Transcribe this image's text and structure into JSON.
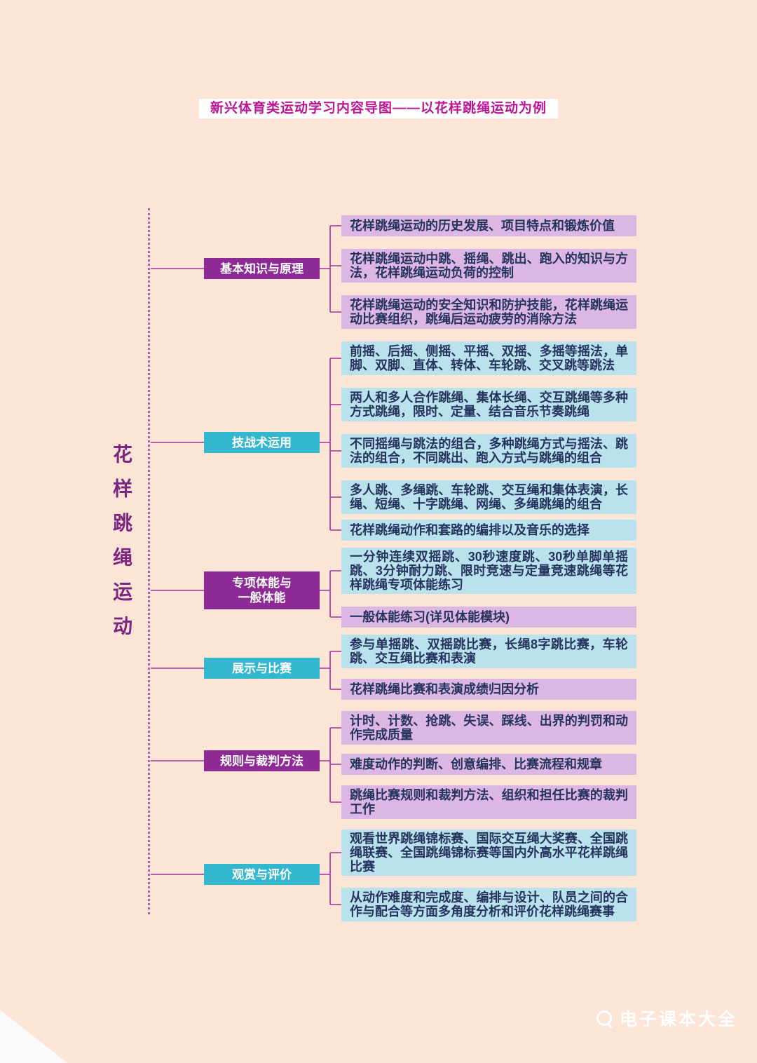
{
  "title": "新兴体育类运动学习内容导图——以花样跳绳运动为例",
  "root": {
    "label": "花样跳绳运动"
  },
  "colors": {
    "background": "#fce4d7",
    "title_text": "#bb1794",
    "branch_purple": "#8d2a96",
    "branch_cyan": "#33b7cf",
    "leaf_lavender": "#dcb7e3",
    "leaf_cyan": "#bae2ec",
    "leaf_text": "#26335f",
    "connector": "#a03399",
    "root_text": "#7b2780"
  },
  "branches": [
    {
      "label": "基本知识与原理",
      "leaves": [
        {
          "text": "花样跳绳运动的历史发展、项目特点和锻炼价值"
        },
        {
          "text": "花样跳绳运动中跳、摇绳、跳出、跑入的知识与方法，花样跳绳运动负荷的控制"
        },
        {
          "text": "花样跳绳运动的安全知识和防护技能，花样跳绳运动比赛组织，跳绳后运动疲劳的消除方法"
        }
      ]
    },
    {
      "label": "技战术运用",
      "leaves": [
        {
          "text": "前摇、后摇、侧摇、平摇、双摇、多摇等摇法，单脚、双脚、直体、转体、车轮跳、交叉跳等跳法"
        },
        {
          "text": "两人和多人合作跳绳、集体长绳、交互跳绳等多种方式跳绳，限时、定量、结合音乐节奏跳绳"
        },
        {
          "text": "不同摇绳与跳法的组合，多种跳绳方式与摇法、跳法的组合，不同跳出、跑入方式与跳绳的组合"
        },
        {
          "text": "多人跳、多绳跳、车轮跳、交互绳和集体表演，长绳、短绳、十字跳绳、网绳、多绳跳绳的组合"
        },
        {
          "text": "花样跳绳动作和套路的编排以及音乐的选择"
        }
      ]
    },
    {
      "label": "专项体能与\n一般体能",
      "leaves": [
        {
          "text": "一分钟连续双摇跳、30秒速度跳、30秒单脚单摇跳、3分钟耐力跳、限时竞速与定量竞速跳绳等花样跳绳专项体能练习"
        },
        {
          "text": "一般体能练习(详见体能模块)"
        }
      ]
    },
    {
      "label": "展示与比赛",
      "leaves": [
        {
          "text": "参与单摇跳、双摇跳比赛，长绳8字跳比赛，车轮跳、交互绳比赛和表演"
        },
        {
          "text": "花样跳绳比赛和表演成绩归因分析"
        }
      ]
    },
    {
      "label": "规则与裁判方法",
      "leaves": [
        {
          "text": "计时、计数、抢跳、失误、踩线、出界的判罚和动作完成质量"
        },
        {
          "text": "难度动作的判断、创意编排、比赛流程和规章"
        },
        {
          "text": "跳绳比赛规则和裁判方法、组织和担任比赛的裁判工作"
        }
      ]
    },
    {
      "label": "观赏与评价",
      "leaves": [
        {
          "text": "观看世界跳绳锦标赛、国际交互绳大奖赛、全国跳绳联赛、全国跳绳锦标赛等国内外高水平花样跳绳比赛"
        },
        {
          "text": "从动作难度和完成度、编排与设计、队员之间的合作与配合等方面多角度分析和评价花样跳绳赛事"
        }
      ]
    }
  ],
  "watermark": {
    "text": "电子课本大全"
  }
}
